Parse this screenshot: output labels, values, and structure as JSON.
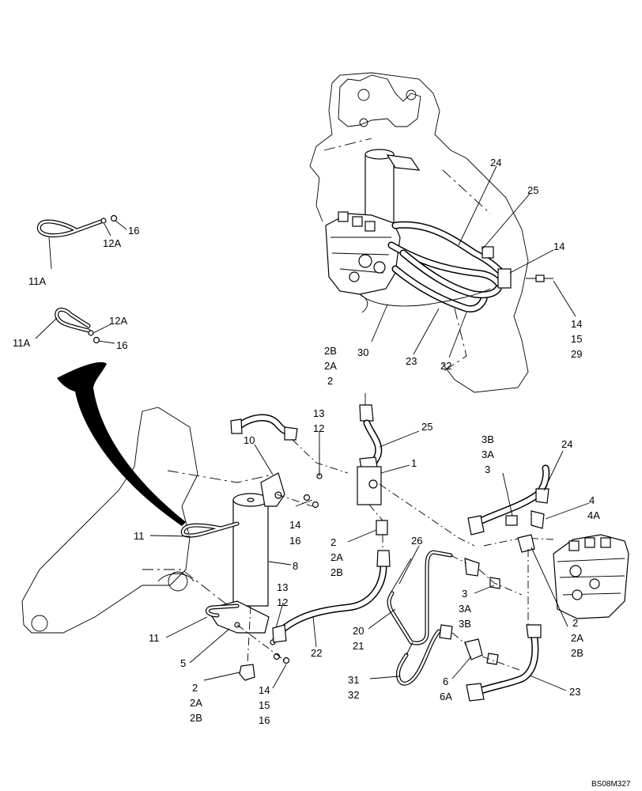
{
  "drawing_code": "BS08M327",
  "callouts": [
    {
      "id": "c-16-top",
      "text": "16"
    },
    {
      "id": "c-12a-top",
      "text": "12A"
    },
    {
      "id": "c-11a-top",
      "text": "11A"
    },
    {
      "id": "c-12a-mid",
      "text": "12A"
    },
    {
      "id": "c-11a-mid",
      "text": "11A"
    },
    {
      "id": "c-16-mid",
      "text": "16"
    },
    {
      "id": "c-24-top",
      "text": "24"
    },
    {
      "id": "c-25-top",
      "text": "25"
    },
    {
      "id": "c-14-top",
      "text": "14"
    },
    {
      "id": "c-14-r",
      "text": "14"
    },
    {
      "id": "c-15-r",
      "text": "15"
    },
    {
      "id": "c-29-r",
      "text": "29"
    },
    {
      "id": "c-30",
      "text": "30"
    },
    {
      "id": "c-23-top",
      "text": "23"
    },
    {
      "id": "c-22-top",
      "text": "22"
    },
    {
      "id": "c-2b-a",
      "text": "2B"
    },
    {
      "id": "c-2a-a",
      "text": "2A"
    },
    {
      "id": "c-2-a",
      "text": "2"
    },
    {
      "id": "c-13-a",
      "text": "13"
    },
    {
      "id": "c-12-a",
      "text": "12"
    },
    {
      "id": "c-10",
      "text": "10"
    },
    {
      "id": "c-25-mid",
      "text": "25"
    },
    {
      "id": "c-1",
      "text": "1"
    },
    {
      "id": "c-3b-a",
      "text": "3B"
    },
    {
      "id": "c-3a-a",
      "text": "3A"
    },
    {
      "id": "c-3-a",
      "text": "3"
    },
    {
      "id": "c-24-mid",
      "text": "24"
    },
    {
      "id": "c-4",
      "text": "4"
    },
    {
      "id": "c-4a",
      "text": "4A"
    },
    {
      "id": "c-14-a",
      "text": "14"
    },
    {
      "id": "c-16-a",
      "text": "16"
    },
    {
      "id": "c-11-a",
      "text": "11"
    },
    {
      "id": "c-8",
      "text": "8"
    },
    {
      "id": "c-2-b",
      "text": "2"
    },
    {
      "id": "c-2a-b",
      "text": "2A"
    },
    {
      "id": "c-2b-b",
      "text": "2B"
    },
    {
      "id": "c-26",
      "text": "26"
    },
    {
      "id": "c-3-b",
      "text": "3"
    },
    {
      "id": "c-3a-b",
      "text": "3A"
    },
    {
      "id": "c-3b-b",
      "text": "3B"
    },
    {
      "id": "c-2-c",
      "text": "2"
    },
    {
      "id": "c-2a-c",
      "text": "2A"
    },
    {
      "id": "c-2b-c",
      "text": "2B"
    },
    {
      "id": "c-13-b",
      "text": "13"
    },
    {
      "id": "c-12-b",
      "text": "12"
    },
    {
      "id": "c-11-b",
      "text": "11"
    },
    {
      "id": "c-5",
      "text": "5"
    },
    {
      "id": "c-22-mid",
      "text": "22"
    },
    {
      "id": "c-20",
      "text": "20"
    },
    {
      "id": "c-21",
      "text": "21"
    },
    {
      "id": "c-2-d",
      "text": "2"
    },
    {
      "id": "c-2a-d",
      "text": "2A"
    },
    {
      "id": "c-2b-d",
      "text": "2B"
    },
    {
      "id": "c-14-b",
      "text": "14"
    },
    {
      "id": "c-15-b",
      "text": "15"
    },
    {
      "id": "c-16-b",
      "text": "16"
    },
    {
      "id": "c-31",
      "text": "31"
    },
    {
      "id": "c-32",
      "text": "32"
    },
    {
      "id": "c-6",
      "text": "6"
    },
    {
      "id": "c-6a",
      "text": "6A"
    },
    {
      "id": "c-23-mid",
      "text": "23"
    }
  ]
}
